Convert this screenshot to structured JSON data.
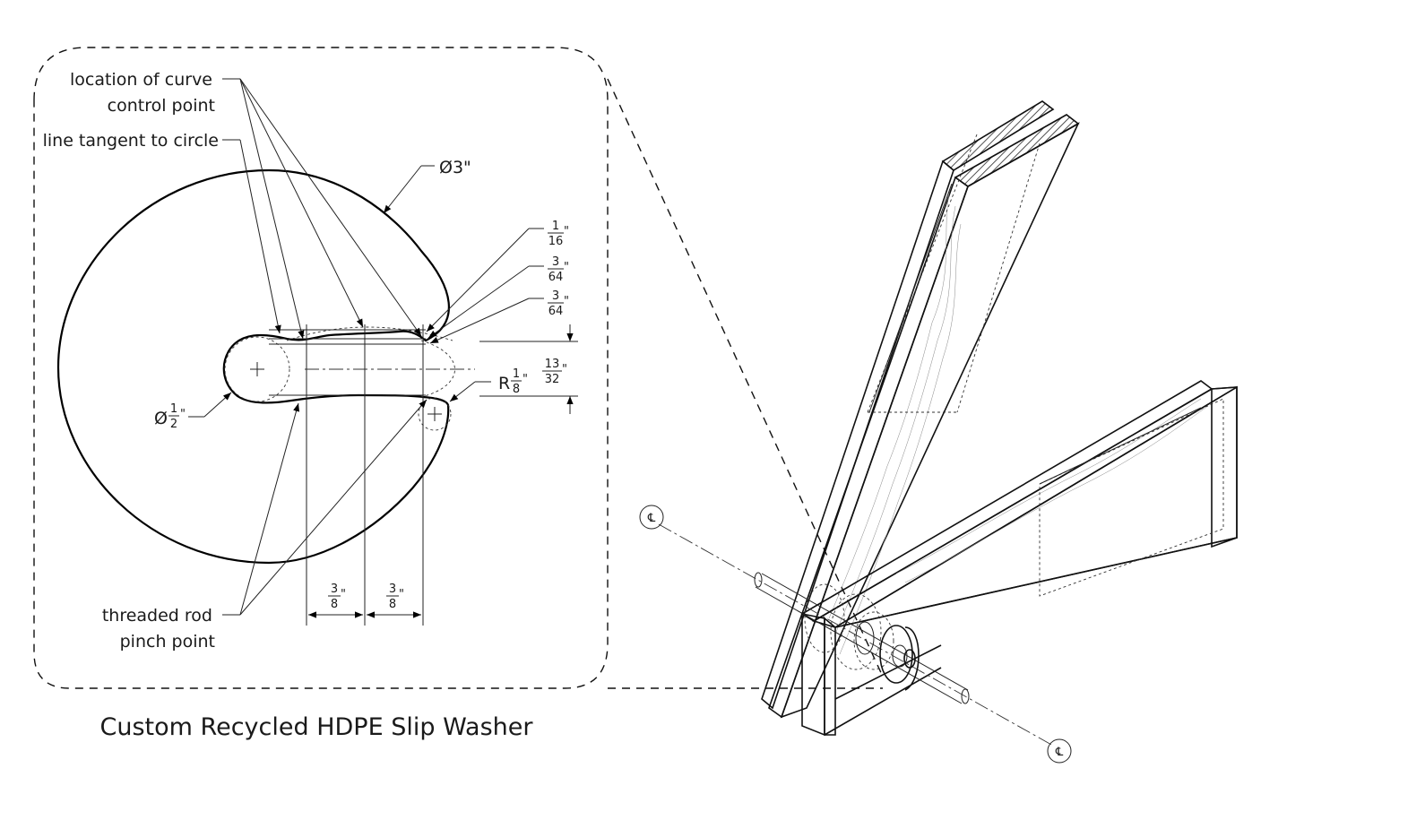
{
  "callouts": {
    "control_point_line1": "location of curve",
    "control_point_line2": "control point",
    "tangent": "line tangent to circle",
    "pinch_line1": "threaded rod",
    "pinch_line2": "pinch point"
  },
  "dimensions": {
    "outer_diameter": "Ø3\"",
    "hole_prefix": "Ø",
    "hole_num": "1",
    "hole_den": "2",
    "hole_suffix": "\"",
    "radius_prefix": "R",
    "radius_num": "1",
    "radius_den": "8",
    "radius_suffix": "\"",
    "d1_num": "1",
    "d1_den": "16",
    "d2_num": "3",
    "d2_den": "64",
    "d3_num": "3",
    "d3_den": "64",
    "slot_num": "13",
    "slot_den": "32",
    "w1_num": "3",
    "w1_den": "8",
    "w2_num": "3",
    "w2_den": "8",
    "inch": "\""
  },
  "caption": "Custom Recycled HDPE Slip Washer",
  "centerline_symbol": "℄"
}
